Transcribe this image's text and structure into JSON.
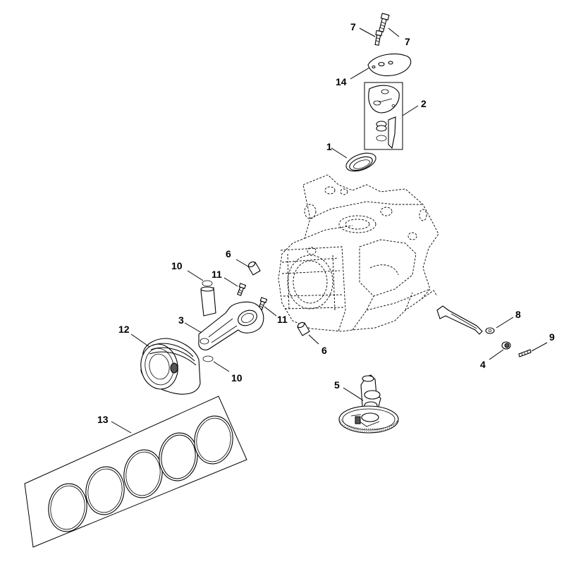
{
  "callouts": {
    "c1": "1",
    "c2": "2",
    "c3": "3",
    "c4": "4",
    "c5": "5",
    "c6a": "6",
    "c6b": "6",
    "c7a": "7",
    "c7b": "7",
    "c8": "8",
    "c9": "9",
    "c10a": "10",
    "c10b": "10",
    "c11a": "11",
    "c11b": "11",
    "c12": "12",
    "c13": "13",
    "c14": "14"
  }
}
